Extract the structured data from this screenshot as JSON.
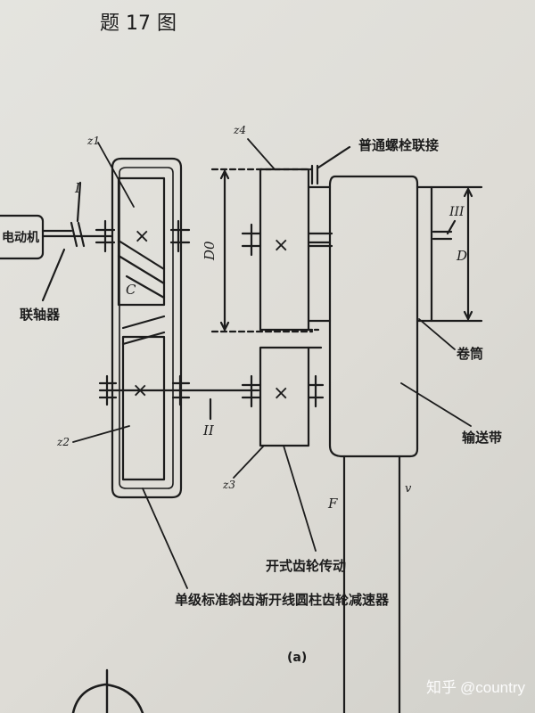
{
  "figure": {
    "title": "题 17 图",
    "caption": "(a)",
    "labels": {
      "motor": "电动机",
      "coupling": "联轴器",
      "shaft_1": "I",
      "shaft_2": "II",
      "shaft_3": "III",
      "gear_z1": "z1",
      "gear_z2": "z2",
      "gear_z3": "z3",
      "gear_z4": "z4",
      "center_c": "C",
      "diameter_d0": "D0",
      "diameter_d": "D",
      "bolt_connection": "普通螺栓联接",
      "drum": "卷筒",
      "conveyor_belt": "输送带",
      "open_gear_drive": "开式齿轮传动",
      "reducer": "单级标准斜齿渐开线圆柱齿轮减速器",
      "force_f": "F",
      "velocity_v": "v"
    }
  },
  "watermark": {
    "site": "知乎",
    "user": "@country"
  }
}
